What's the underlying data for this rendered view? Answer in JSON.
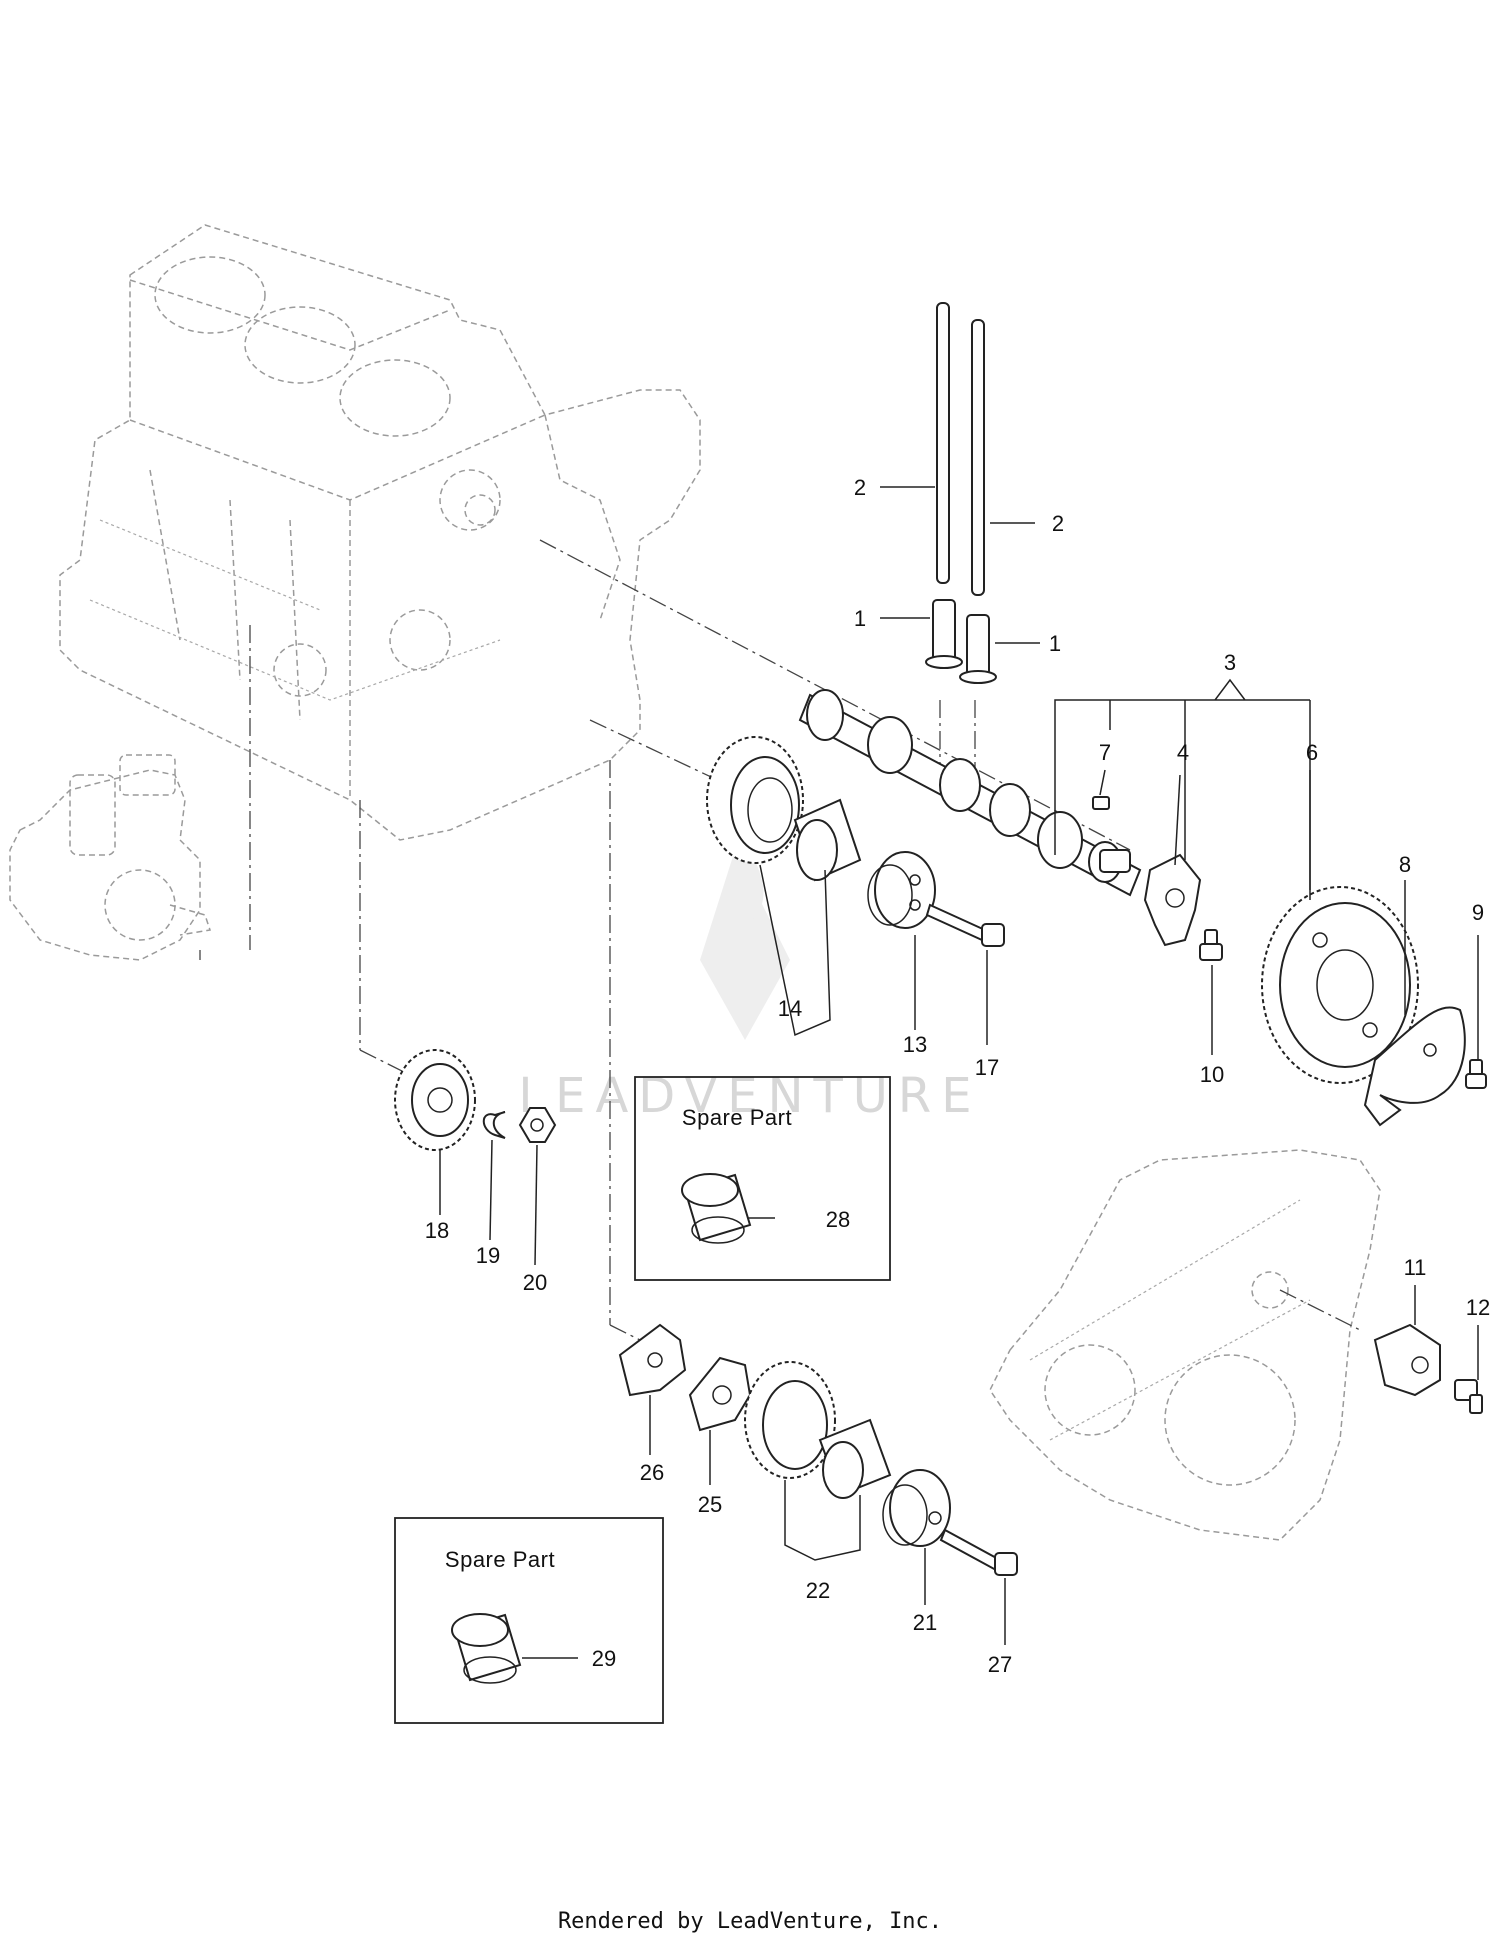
{
  "parts": [
    {
      "id": "1a",
      "label": "1"
    },
    {
      "id": "1b",
      "label": "1"
    },
    {
      "id": "2a",
      "label": "2"
    },
    {
      "id": "2b",
      "label": "2"
    },
    {
      "id": "3",
      "label": "3"
    },
    {
      "id": "4",
      "label": "4"
    },
    {
      "id": "6",
      "label": "6"
    },
    {
      "id": "7",
      "label": "7"
    },
    {
      "id": "8",
      "label": "8"
    },
    {
      "id": "9",
      "label": "9"
    },
    {
      "id": "10",
      "label": "10"
    },
    {
      "id": "11",
      "label": "11"
    },
    {
      "id": "12",
      "label": "12"
    },
    {
      "id": "13",
      "label": "13"
    },
    {
      "id": "14",
      "label": "14"
    },
    {
      "id": "17",
      "label": "17"
    },
    {
      "id": "18",
      "label": "18"
    },
    {
      "id": "19",
      "label": "19"
    },
    {
      "id": "20",
      "label": "20"
    },
    {
      "id": "21",
      "label": "21"
    },
    {
      "id": "22",
      "label": "22"
    },
    {
      "id": "25",
      "label": "25"
    },
    {
      "id": "26",
      "label": "26"
    },
    {
      "id": "27",
      "label": "27"
    },
    {
      "id": "28",
      "label": "28"
    },
    {
      "id": "29",
      "label": "29"
    }
  ],
  "spare_boxes": [
    {
      "title": "Spare Part",
      "part_label": "28"
    },
    {
      "title": "Spare Part",
      "part_label": "29"
    }
  ],
  "watermark": "LEADVENTURE",
  "footer": "Rendered by LeadVenture, Inc."
}
